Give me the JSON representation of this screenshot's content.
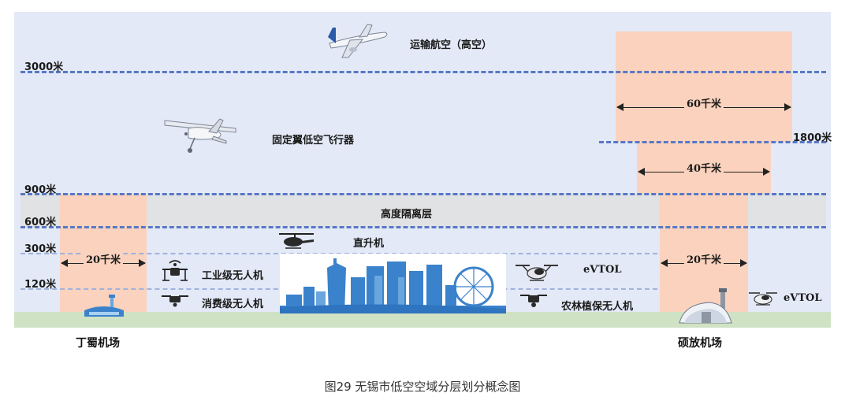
{
  "altitudes": {
    "a3000": "3000米",
    "a1800": "1800米",
    "a900": "900米",
    "a600": "600米",
    "a300": "300米",
    "a120": "120米"
  },
  "layers": {
    "transport": "运输航空（高空）",
    "fixed_wing": "固定翼低空飞行器",
    "isolation": "高度隔离层",
    "helicopter": "直升机",
    "industrial_drone": "工业级无人机",
    "consumer_drone": "消费级无人机",
    "evtol_left": "eVTOL",
    "agri_drone": "农林植保无人机",
    "evtol_right": "eVTOL"
  },
  "distances": {
    "d20_left": "20千米",
    "d60": "60千米",
    "d40": "40千米",
    "d20_right": "20千米"
  },
  "airports": {
    "left": "丁蜀机场",
    "right": "硕放机场"
  },
  "caption": "图29  无锡市低空空域分层划分概念图",
  "colors": {
    "sky": "#e3e9f6",
    "restricted_zone": "#fad2bd",
    "isolation_layer": "#e1e2e3",
    "ground": "#cfe2c3",
    "dashed_line": "#5878c6",
    "skyline": "#3a82cc"
  }
}
